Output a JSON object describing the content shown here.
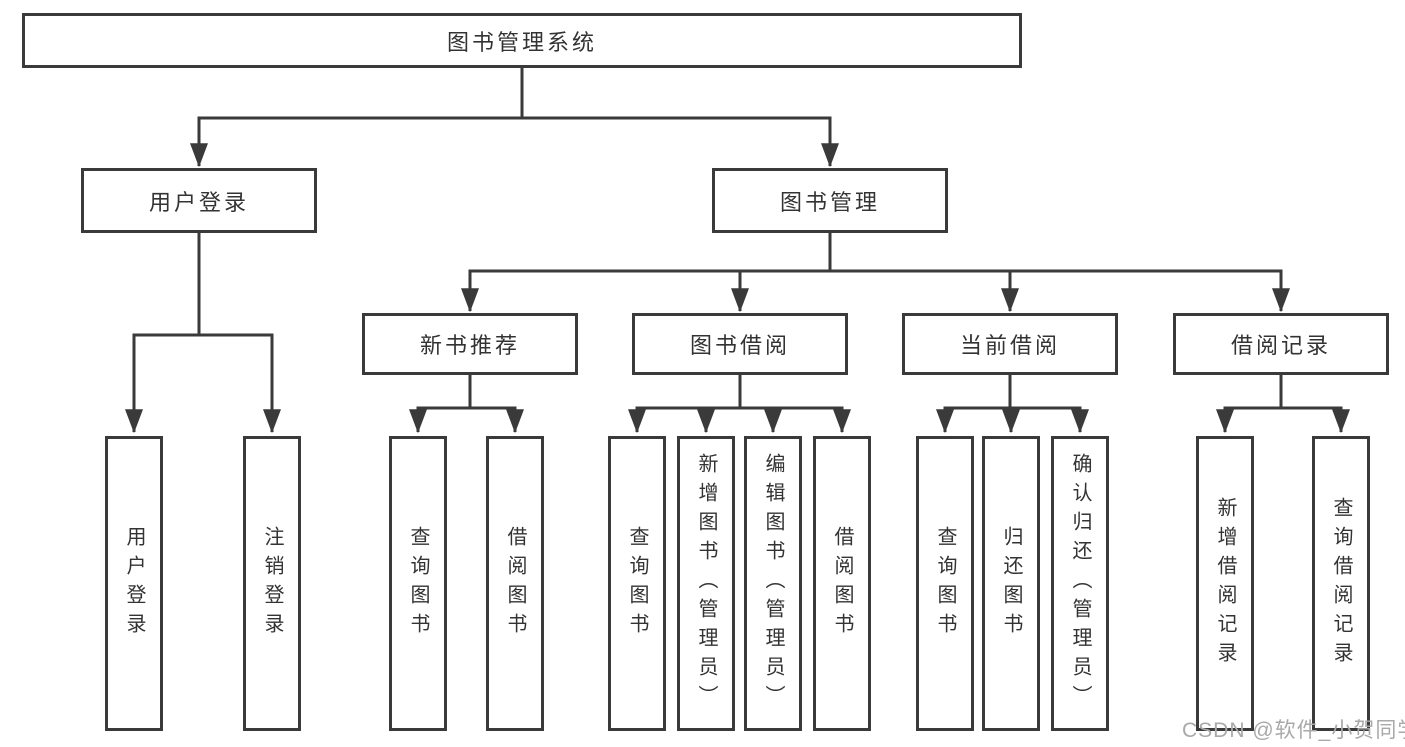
{
  "colors": {
    "line": "#3a3a3a",
    "text": "#333333",
    "watermark": "#a9a9a9",
    "background": "#ffffff"
  },
  "watermark": "CSDN @软件_小贺同学",
  "tree": {
    "root": "图书管理系统",
    "branches": [
      {
        "label": "用户登录",
        "children": [
          {
            "label": "用户登录"
          },
          {
            "label": "注销登录"
          }
        ]
      },
      {
        "label": "图书管理",
        "children": [
          {
            "label": "新书推荐",
            "children": [
              {
                "label": "查询图书"
              },
              {
                "label": "借阅图书"
              }
            ]
          },
          {
            "label": "图书借阅",
            "children": [
              {
                "label": "查询图书"
              },
              {
                "label": "新增图书（管理员）"
              },
              {
                "label": "编辑图书（管理员）"
              },
              {
                "label": "借阅图书"
              }
            ]
          },
          {
            "label": "当前借阅",
            "children": [
              {
                "label": "查询图书"
              },
              {
                "label": "归还图书"
              },
              {
                "label": "确认归还（管理员）"
              }
            ]
          },
          {
            "label": "借阅记录",
            "children": [
              {
                "label": "新增借阅记录"
              },
              {
                "label": "查询借阅记录"
              }
            ]
          }
        ]
      }
    ]
  }
}
